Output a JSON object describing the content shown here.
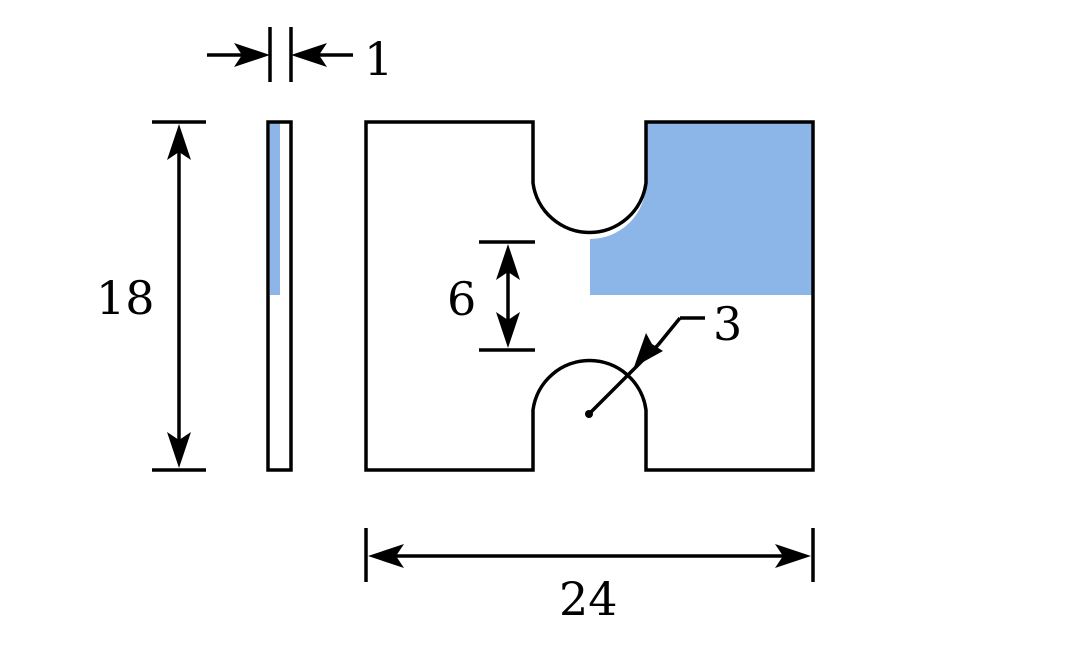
{
  "colors": {
    "shaded_region": "#8cb6e8",
    "line": "#000000",
    "background": "#ffffff"
  },
  "dimensions": {
    "thickness": "1",
    "height": "18",
    "width": "24",
    "gap": "6",
    "radius": "3"
  }
}
